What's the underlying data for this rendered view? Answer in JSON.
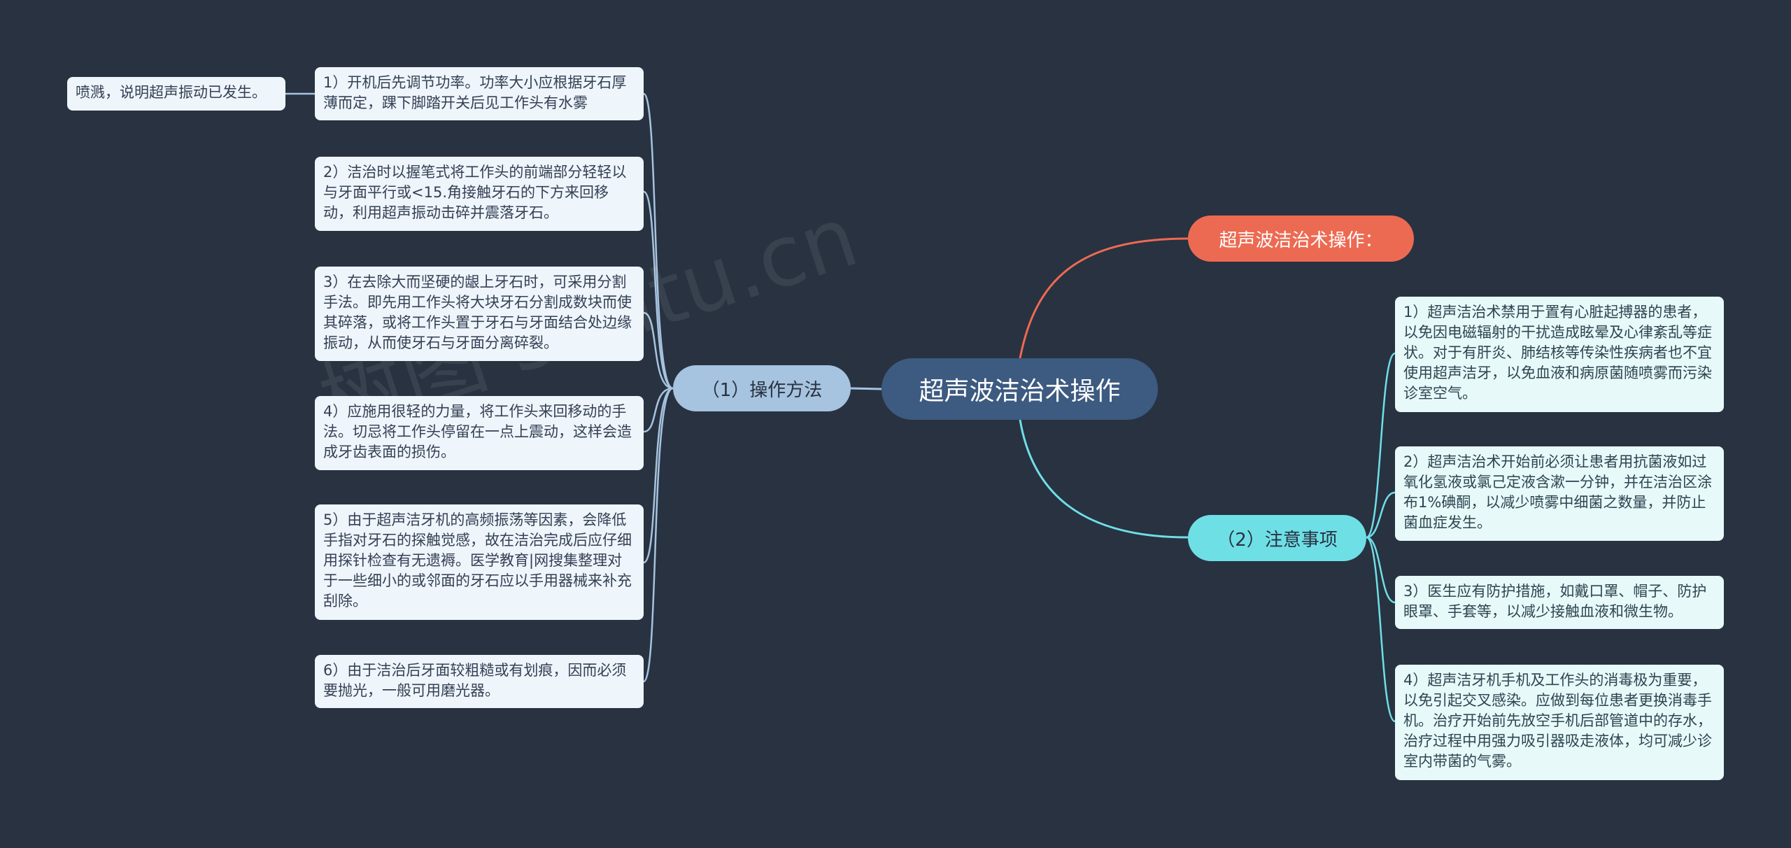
{
  "root": {
    "title": "超声波洁治术操作"
  },
  "branches": {
    "operation_method": {
      "label": "（1）操作方法",
      "items": [
        "1）开机后先调节功率。功率大小应根据牙石厚薄而定，踝下脚踏开关后见工作头有水雾",
        "2）洁治时以握笔式将工作头的前端部分轻轻以与牙面平行或<15.角接触牙石的下方来回移动，利用超声振动击碎并震落牙石。",
        "3）在去除大而坚硬的龈上牙石时，可采用分割手法。即先用工作头将大块牙石分割成数块而使其碎落，或将工作头置于牙石与牙面结合处边缘振动，从而使牙石与牙面分离碎裂。",
        "4）应施用很轻的力量，将工作头来回移动的手法。切忌将工作头停留在一点上震动，这样会造成牙齿表面的损伤。",
        "5）由于超声洁牙机的高频振荡等因素，会降低手指对牙石的探触觉感，故在洁治完成后应仔细用探针检查有无遗褥。医学教育|网搜集整理对于一些细小的或邻面的牙石应以手用器械来补充刮除。",
        "6）由于洁治后牙面较粗糙或有划痕，因而必须要抛光，一般可用磨光器。"
      ],
      "sub_item": "喷溅，说明超声振动已发生。"
    },
    "ops_header": {
      "label": "超声波洁治术操作："
    },
    "precautions": {
      "label": "（2）注意事项",
      "items": [
        "1）超声洁治术禁用于置有心脏起搏器的患者，以免因电磁辐射的干扰造成眩晕及心律紊乱等症状。对于有肝炎、肺结核等传染性疾病者也不宜使用超声洁牙，以免血液和病原菌随喷雾而污染诊室空气。",
        "2）超声洁治术开始前必须让患者用抗菌液如过氧化氢液或氯己定液含漱一分钟，并在洁治区涂布1%碘酮，以减少喷雾中细菌之数量，并防止菌血症发生。",
        "3）医生应有防护措施，如戴口罩、帽子、防护眼罩、手套等，以减少接触血液和微生物。",
        "4）超声洁牙机手机及工作头的消毒极为重要，以免引起交叉感染。应做到每位患者更换消毒手机。治疗开始前先放空手机后部管道中的存水，治疗过程中用强力吸引器吸走液体，均可减少诊室内带菌的气雾。"
      ]
    }
  },
  "watermark": "树图 shutu.cn",
  "colors": {
    "background": "#283241",
    "root": "#3d5a80",
    "left_branch": "#a6c3df",
    "right_header": "#ed6a52",
    "right_branch": "#6fdfe6"
  }
}
